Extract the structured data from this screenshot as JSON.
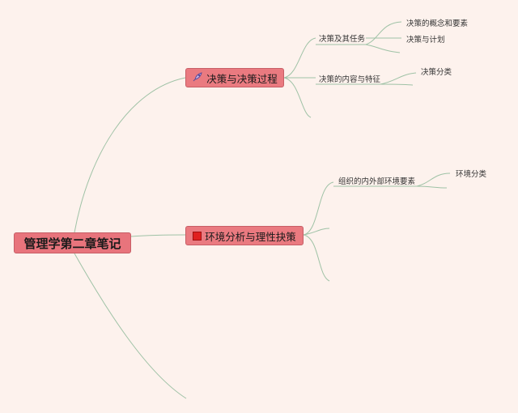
{
  "root": {
    "label": "管理学第二章笔记"
  },
  "branches": [
    {
      "label": "决策与决策过程",
      "icon": "rocket-icon",
      "children": [
        {
          "label": "决策及其任务",
          "children": [
            "决策的概念和要素",
            "决策与计划"
          ]
        },
        {
          "label": "决策的内容与特征",
          "children": [
            "决策分类"
          ]
        }
      ]
    },
    {
      "label": "环境分析与理性抉策",
      "icon": "red-flag-icon",
      "children": [
        {
          "label": "组织的内外部环境要素",
          "children": [
            "环境分类"
          ]
        }
      ]
    }
  ],
  "colors": {
    "background": "#fdf2ed",
    "node_fill": "#ea7a80",
    "connector": "#9fc2a6"
  }
}
